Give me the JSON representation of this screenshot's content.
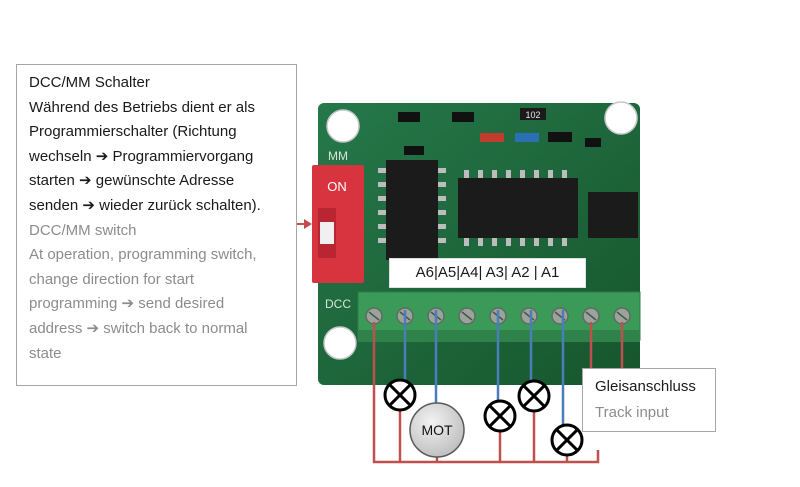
{
  "switch_callout": {
    "de_title": "DCC/MM Schalter",
    "de_body": [
      "Während des Betriebs dient er als",
      "Programmierschalter (Richtung",
      "wechseln ➔ Programmiervorgang",
      "starten ➔ gewünschte Adresse",
      "senden ➔ wieder zurück schalten)."
    ],
    "en_title": "DCC/MM switch",
    "en_body": [
      "At operation, programming switch,",
      "change direction for start",
      "programming ➔ send desired",
      "address ➔ switch back to normal",
      "state"
    ]
  },
  "pin_label": "A6|A5|A4| A3| A2 | A1",
  "track_callout": {
    "de": "Gleisanschluss",
    "en": "Track input"
  },
  "board": {
    "switch_top_label": "MM",
    "switch_on_label": "ON",
    "switch_bottom_label": "DCC",
    "resistor_code": "102"
  },
  "motor_label": "MOT",
  "colors": {
    "pcb": "#1f6b3a",
    "switch": "#d8343f",
    "terminal": "#3b9a58",
    "wire_red": "#c0504d",
    "wire_blue": "#4a7ebb",
    "motor_fill": "#d9d9d9"
  }
}
